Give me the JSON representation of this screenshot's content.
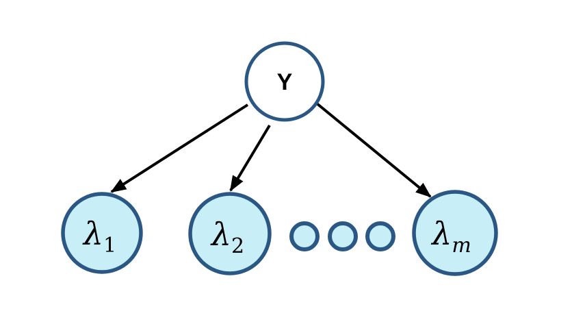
{
  "diagram": {
    "type": "directed-graphical-model",
    "background": "#ffffff",
    "colors": {
      "node_border": "#2A5784",
      "leaf_fill": "#C8EEF7",
      "root_fill": "#FFFFFF",
      "arrow": "#000000",
      "label": "#000000"
    },
    "root_node": {
      "id": "Y",
      "label": "Y"
    },
    "leaf_nodes": [
      {
        "id": "lambda_1",
        "symbol": "λ",
        "subscript": "1"
      },
      {
        "id": "lambda_2",
        "symbol": "λ",
        "subscript": "2"
      },
      {
        "id": "lambda_m",
        "symbol": "λ",
        "subscript": "m"
      }
    ],
    "ellipsis_dot_count": 3,
    "edges": [
      {
        "from": "Y",
        "to": "lambda_1"
      },
      {
        "from": "Y",
        "to": "lambda_2"
      },
      {
        "from": "Y",
        "to": "lambda_m"
      }
    ]
  }
}
